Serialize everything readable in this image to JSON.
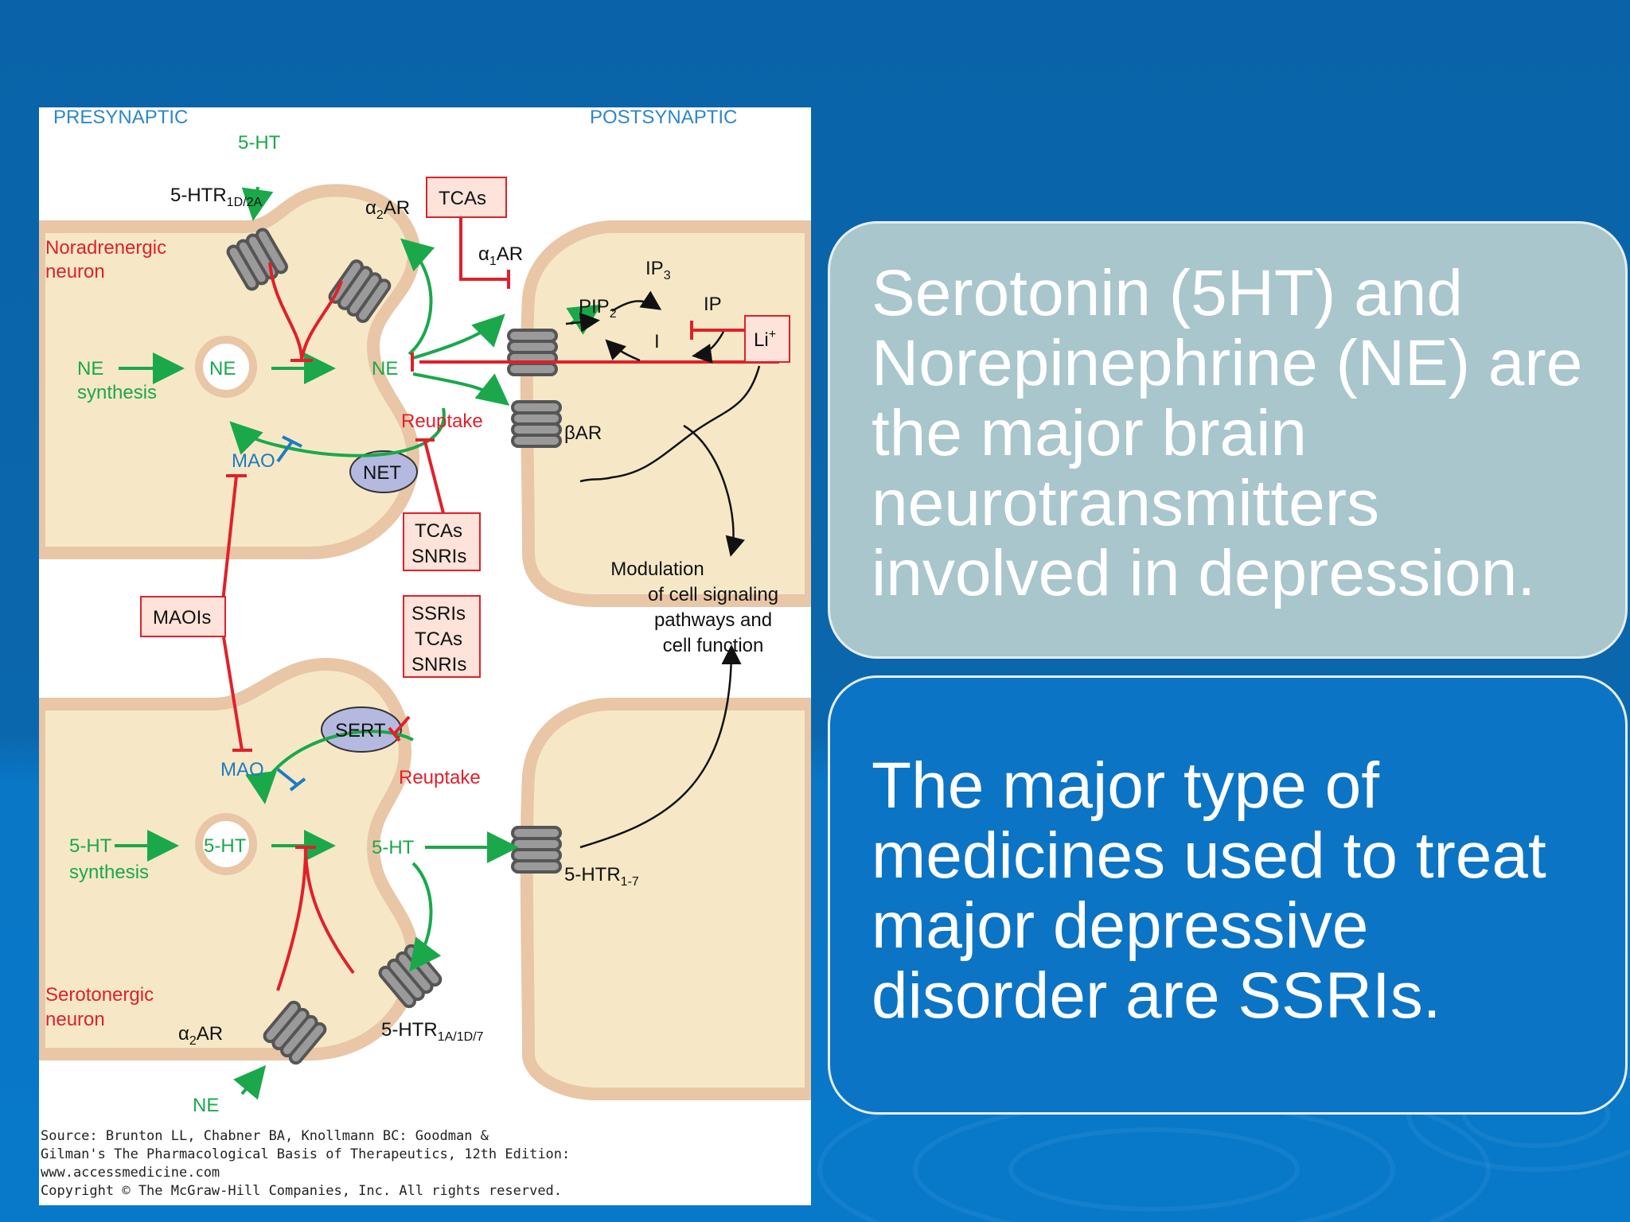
{
  "slide": {
    "panels": [
      {
        "text": "Serotonin (5HT) and Norepinephrine (NE) are the major brain neurotransmitters involved in depression."
      },
      {
        "text": "The major type of medicines used to treat major depressive disorder are SSRIs."
      }
    ]
  },
  "diagram": {
    "labels": {
      "presynaptic": "PRESYNAPTIC",
      "postsynaptic": "POSTSYNAPTIC",
      "ht_top": "5-HT",
      "htr1d2a": "5-HTR",
      "htr1d2a_sub": "1D/2A",
      "a2ar_top": "α",
      "a2ar_top_sub": "2",
      "a2ar_top_rest": "AR",
      "tcas_top": "TCAs",
      "noradrenergic_1": "Noradrenergic",
      "noradrenergic_2": "neuron",
      "a1ar": "α",
      "a1ar_sub": "1",
      "a1ar_rest": "AR",
      "ip3": "IP",
      "ip3_sub": "3",
      "pip2": "PIP",
      "pip2_sub": "2",
      "ip": "IP",
      "i": "I",
      "li": "Li",
      "li_sup": "+",
      "ne_synthesis_1": "NE",
      "ne_synthesis_2": "synthesis",
      "ne_vesicle": "NE",
      "ne_cleft": "NE",
      "reuptake_top": "Reuptake",
      "bar": "βAR",
      "mao_top": "MAO",
      "net": "NET",
      "tcas_snris_1": "TCAs",
      "tcas_snris_2": "SNRIs",
      "modulation_1": "Modulation",
      "modulation_2": "of cell signaling",
      "modulation_3": "pathways and",
      "modulation_4": "cell function",
      "maois": "MAOIs",
      "ssris_1": "SSRIs",
      "ssris_2": "TCAs",
      "ssris_3": "SNRIs",
      "sert": "SERT",
      "mao_bottom": "MAO",
      "reuptake_bottom": "Reuptake",
      "ht_synthesis_1": "5-HT",
      "ht_synthesis_2": "synthesis",
      "ht_vesicle": "5-HT",
      "ht_cleft": "5-HT",
      "htr17": "5-HTR",
      "htr17_sub": "1-7",
      "serotonergic_1": "Serotonergic",
      "serotonergic_2": "neuron",
      "a2ar_bottom": "α",
      "a2ar_bottom_sub": "2",
      "a2ar_bottom_rest": "AR",
      "htr1a": "5-HTR",
      "htr1a_sub": "1A/1D/7",
      "ne_bottom": "NE"
    },
    "source_lines": [
      "Source: Brunton LL, Chabner BA, Knollmann BC: Goodman &",
      "Gilman's The Pharmacological Basis of Therapeutics, 12th Edition:",
      "www.accessmedicine.com",
      "Copyright © The McGraw-Hill Companies, Inc. All rights reserved."
    ]
  },
  "colors": {
    "green": "#1aa84b",
    "red": "#e0202a",
    "blue": "#1f7ac0",
    "neuron_fill": "#f6e8c6",
    "neuron_border": "#e7c3a4",
    "label_blue": "#2f86c8"
  }
}
